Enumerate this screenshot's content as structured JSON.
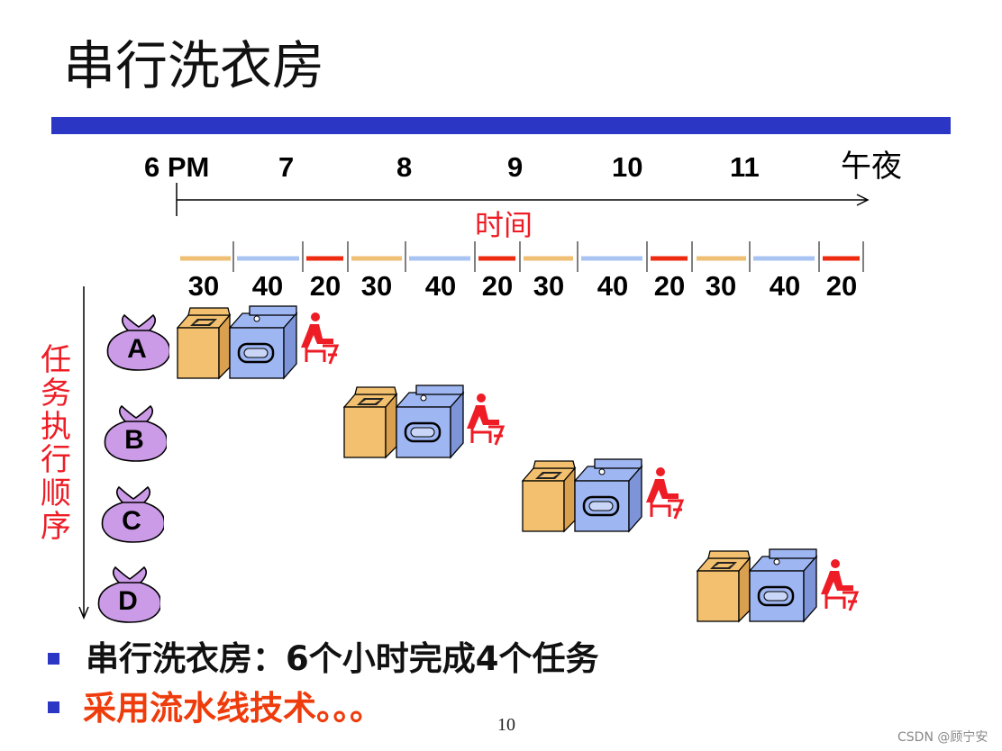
{
  "title": "串行洗衣房",
  "timeline": {
    "hours": [
      "6 PM",
      "7",
      "8",
      "9",
      "10",
      "11"
    ],
    "end_label": "午夜",
    "axis_label": "时间"
  },
  "durations": [
    "30",
    "40",
    "20",
    "30",
    "40",
    "20",
    "30",
    "40",
    "20",
    "30",
    "40",
    "20"
  ],
  "stage_colors": {
    "wash": "#efbf74",
    "dry": "#a9c4f2",
    "fold": "#ee2a10"
  },
  "order_label": "任务执行顺序",
  "tasks": [
    "A",
    "B",
    "C",
    "D"
  ],
  "colors": {
    "title_bar": "#2b37c4",
    "accent_red": "#ee1c25",
    "bag_purple": "#cc9be8",
    "washer": "#f2c06e",
    "dryer": "#9eb6f2"
  },
  "bullets": [
    "串行洗衣房：6个小时完成4个任务",
    "采用流水线技术。。。"
  ],
  "page_number": "10",
  "watermark": "CSDN @顾宁安"
}
